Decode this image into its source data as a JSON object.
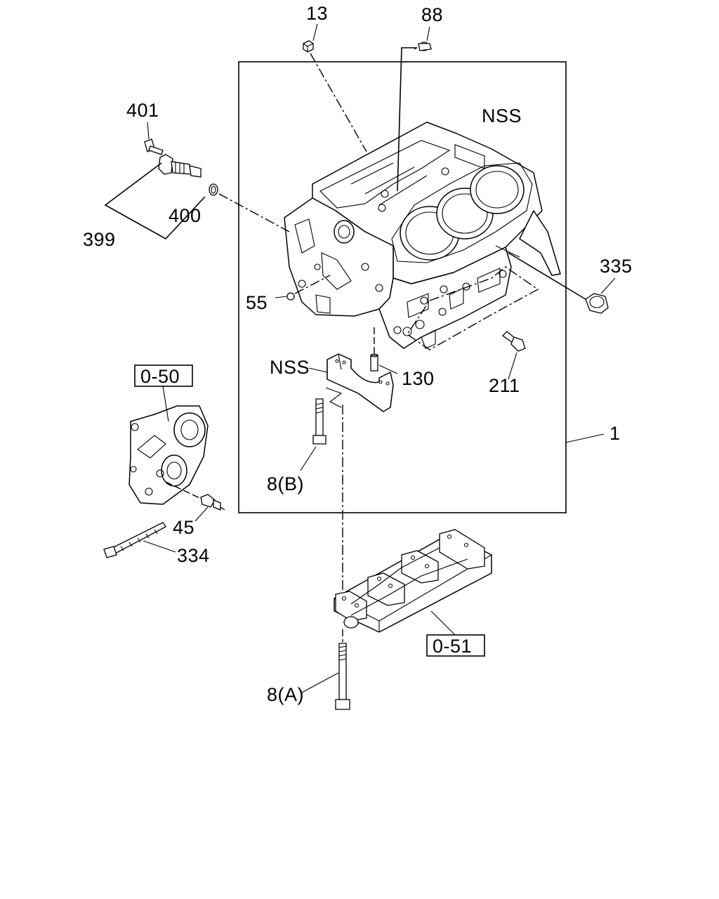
{
  "callouts": {
    "c13": "13",
    "c88": "88",
    "c401": "401",
    "c399": "399",
    "c400": "400",
    "nss_top": "NSS",
    "c335": "335",
    "c55": "55",
    "c211": "211",
    "nss_mid": "NSS",
    "c130": "130",
    "c1": "1",
    "ref_050": "0-50",
    "c8b": "8(B)",
    "c45": "45",
    "c334": "334",
    "ref_051": "0-51",
    "c8a": "8(A)"
  }
}
